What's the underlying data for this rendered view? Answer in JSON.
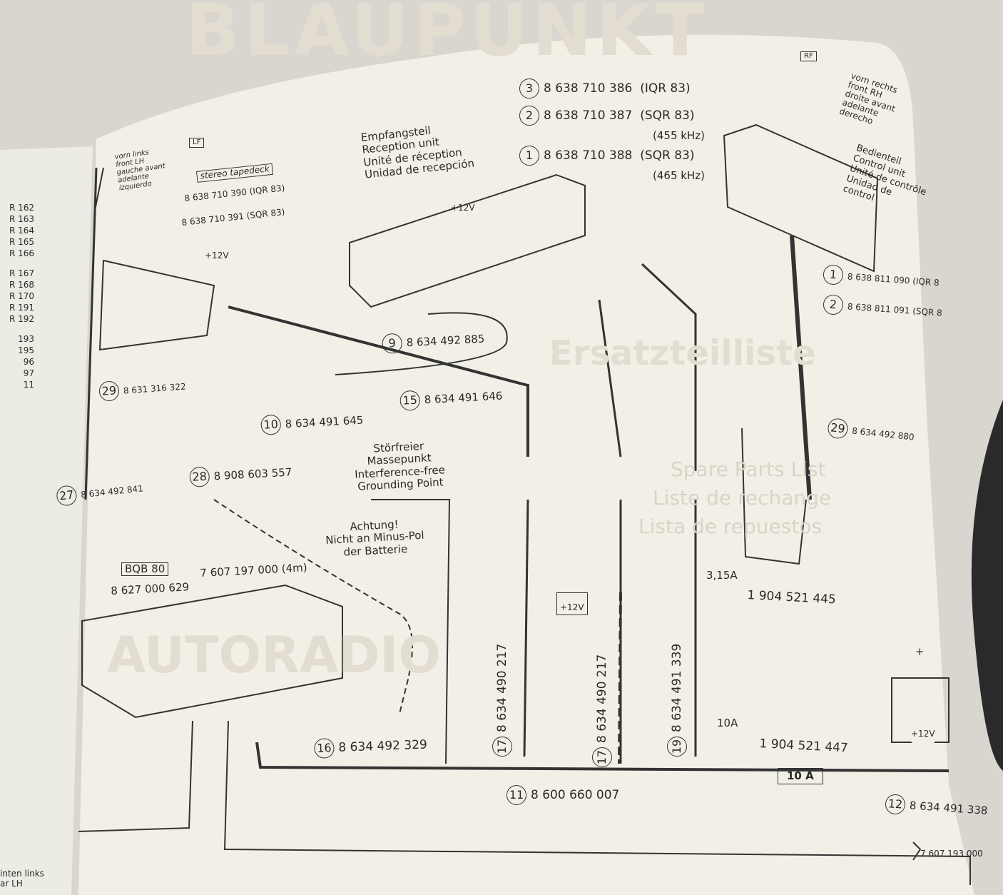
{
  "left_page": {
    "resistor_labels": [
      "R 162",
      "R 163",
      "R 164",
      "R 165",
      "R 166",
      "R 167",
      "R 168",
      "R 170",
      "R 191",
      "R 192",
      "193",
      "195",
      "96",
      "97",
      "11"
    ],
    "bottom_label": [
      "inten links",
      "ar LH"
    ]
  },
  "speakers": {
    "front_left": {
      "icon_label": "LF",
      "lines": [
        "vorn links",
        "front LH",
        "gauche avant",
        "adelante",
        "izquierdo"
      ]
    },
    "front_right": {
      "icon_label": "RF",
      "lines": [
        "vorn rechts",
        "front RH",
        "droite avant",
        "adelante",
        "derecho"
      ]
    }
  },
  "tapedeck": {
    "label": "stereo tapedeck",
    "parts": [
      "8 638 710 390 (IQR 83)",
      "8 638 710 391 (SQR 83)"
    ],
    "ground_label": "+12V"
  },
  "reception_unit": {
    "lines": [
      "Empfangsteil",
      "Reception unit",
      "Unité de réception",
      "Unidad de recepción"
    ],
    "plus12": "+12V",
    "parts": [
      {
        "n": "3",
        "code": "8 638 710 386",
        "note": "(IQR 83)"
      },
      {
        "n": "2",
        "code": "8 638 710 387",
        "note": "(SQR 83)",
        "note2": "(455 kHz)"
      },
      {
        "n": "1",
        "code": "8 638 710 388",
        "note": "(SQR 83)",
        "note2": "(465 kHz)"
      }
    ]
  },
  "control_unit": {
    "lines": [
      "Bedienteil",
      "Control unit",
      "Unité de contrôle",
      "Unidad de",
      "control"
    ],
    "parts": [
      {
        "n": "1",
        "code": "8 638 811 090 (IQR 8"
      },
      {
        "n": "2",
        "code": "8 638 811 091 (SQR 8"
      }
    ]
  },
  "callouts": [
    {
      "n": "9",
      "code": "8 634 492 885"
    },
    {
      "n": "29",
      "code": "8 631 316 322"
    },
    {
      "n": "15",
      "code": "8 634 491 646"
    },
    {
      "n": "10",
      "code": "8 634 491 645"
    },
    {
      "n": "28",
      "code": "8 908 603 557"
    },
    {
      "n": "27",
      "code": "8 634 492 841"
    },
    {
      "n": "29",
      "code": "8 634 492 880"
    },
    {
      "n": "16",
      "code": "8 634 492 329"
    },
    {
      "n": "11",
      "code": "8 600 660 007"
    },
    {
      "n": "12",
      "code": "8 634 491 338"
    },
    {
      "n": "17",
      "code": "8 634 490 217"
    },
    {
      "n": "17",
      "code": "8 634 490 217"
    },
    {
      "n": "19",
      "code": "8 634 491 339"
    }
  ],
  "grounding": {
    "lines": [
      "Störfreier",
      "Massepunkt",
      "Interference-free",
      "Grounding Point"
    ]
  },
  "warning": {
    "lines": [
      "Achtung!",
      "Nicht an Minus-Pol",
      "der Batterie"
    ]
  },
  "amplifier": {
    "label": "BQB 80",
    "code": "8 627 000 629",
    "cable": "7 607 197 000 (4m)"
  },
  "fuses": [
    {
      "rating": "3,15A",
      "code": "1 904 521 445"
    },
    {
      "rating": "10A",
      "code": "1 904 521 447"
    }
  ],
  "inline_fuse": "10 A",
  "ignition_label": "+12V",
  "battery_label": "+12V",
  "battery_plus": "+",
  "harness_code": "7 607 193 000",
  "watermark": {
    "brand": "BLAUPUNKT",
    "sub": "AUTORADIO",
    "title": "Ersatzteilliste",
    "lines": [
      "Spare Parts List",
      "Liste de rechange",
      "Lista de repuestos"
    ]
  }
}
